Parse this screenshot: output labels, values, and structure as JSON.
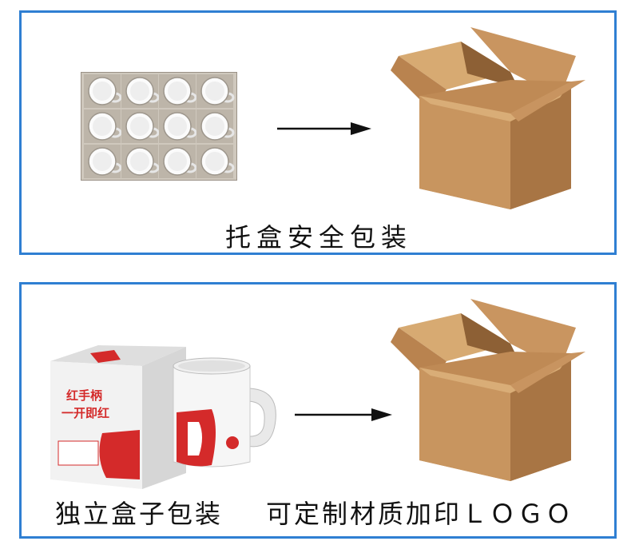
{
  "top_panel": {
    "caption": "托盒安全包装"
  },
  "bottom_panel": {
    "caption_left": "独立盒子包装",
    "caption_right": "可定制材质加印ＬＯＧＯ",
    "box_text_line1": "红手柄",
    "box_text_line2": "一开即红"
  },
  "colors": {
    "panel_border": "#2f7fd2",
    "cardboard": "#c8955f",
    "cardboard_dark": "#a87544",
    "arrow": "#111111",
    "mug_red": "#d42a2a"
  },
  "icons": [
    "mug-tray-image",
    "arrow-right-icon",
    "cardboard-box-icon",
    "gift-box-image",
    "mug-image"
  ]
}
